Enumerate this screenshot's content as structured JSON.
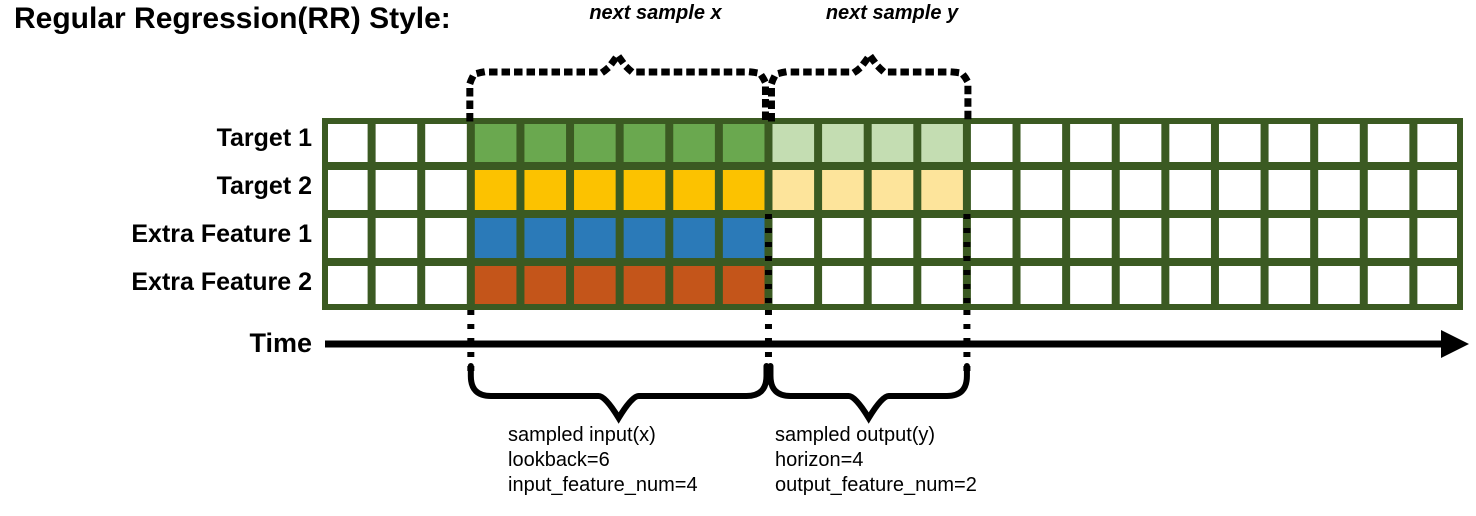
{
  "title": "Regular Regression(RR) Style:",
  "row_labels": [
    "Target 1",
    "Target 2",
    "Extra Feature 1",
    "Extra Feature 2"
  ],
  "time_axis_label": "Time",
  "top_braces": [
    {
      "label": "next sample x"
    },
    {
      "label": "next sample y"
    }
  ],
  "bottom_annotations": [
    {
      "line1": "sampled input(x)",
      "line2": "lookback=6",
      "line3": "input_feature_num=4"
    },
    {
      "line1": "sampled output(y)",
      "line2": "horizon=4",
      "line3": "output_feature_num=2"
    }
  ],
  "colors": {
    "grid_line": "#3b5a22",
    "target1_solid": "#6aa84f",
    "target1_light": "#c4ddb2",
    "target2_solid": "#fcc200",
    "target2_light": "#fde49b",
    "feature1_solid": "#2b7ab8",
    "feature2_solid": "#c4551a",
    "empty": "#ffffff",
    "ink": "#000000"
  },
  "grid": {
    "total_columns": 23,
    "total_rows": 4,
    "lead_empty_columns": 3,
    "lookback_columns": 6,
    "horizon_columns": 4,
    "trailing_empty_columns": 10,
    "row_fills": [
      [
        "empty",
        "empty",
        "empty",
        "target1_solid",
        "target1_solid",
        "target1_solid",
        "target1_solid",
        "target1_solid",
        "target1_solid",
        "target1_light",
        "target1_light",
        "target1_light",
        "target1_light",
        "empty",
        "empty",
        "empty",
        "empty",
        "empty",
        "empty",
        "empty",
        "empty",
        "empty",
        "empty"
      ],
      [
        "empty",
        "empty",
        "empty",
        "target2_solid",
        "target2_solid",
        "target2_solid",
        "target2_solid",
        "target2_solid",
        "target2_solid",
        "target2_light",
        "target2_light",
        "target2_light",
        "target2_light",
        "empty",
        "empty",
        "empty",
        "empty",
        "empty",
        "empty",
        "empty",
        "empty",
        "empty",
        "empty"
      ],
      [
        "empty",
        "empty",
        "empty",
        "feature1_solid",
        "feature1_solid",
        "feature1_solid",
        "feature1_solid",
        "feature1_solid",
        "feature1_solid",
        "empty",
        "empty",
        "empty",
        "empty",
        "empty",
        "empty",
        "empty",
        "empty",
        "empty",
        "empty",
        "empty",
        "empty",
        "empty",
        "empty"
      ],
      [
        "empty",
        "empty",
        "empty",
        "feature2_solid",
        "feature2_solid",
        "feature2_solid",
        "feature2_solid",
        "feature2_solid",
        "feature2_solid",
        "empty",
        "empty",
        "empty",
        "empty",
        "empty",
        "empty",
        "empty",
        "empty",
        "empty",
        "empty",
        "empty",
        "empty",
        "empty",
        "empty"
      ]
    ]
  }
}
